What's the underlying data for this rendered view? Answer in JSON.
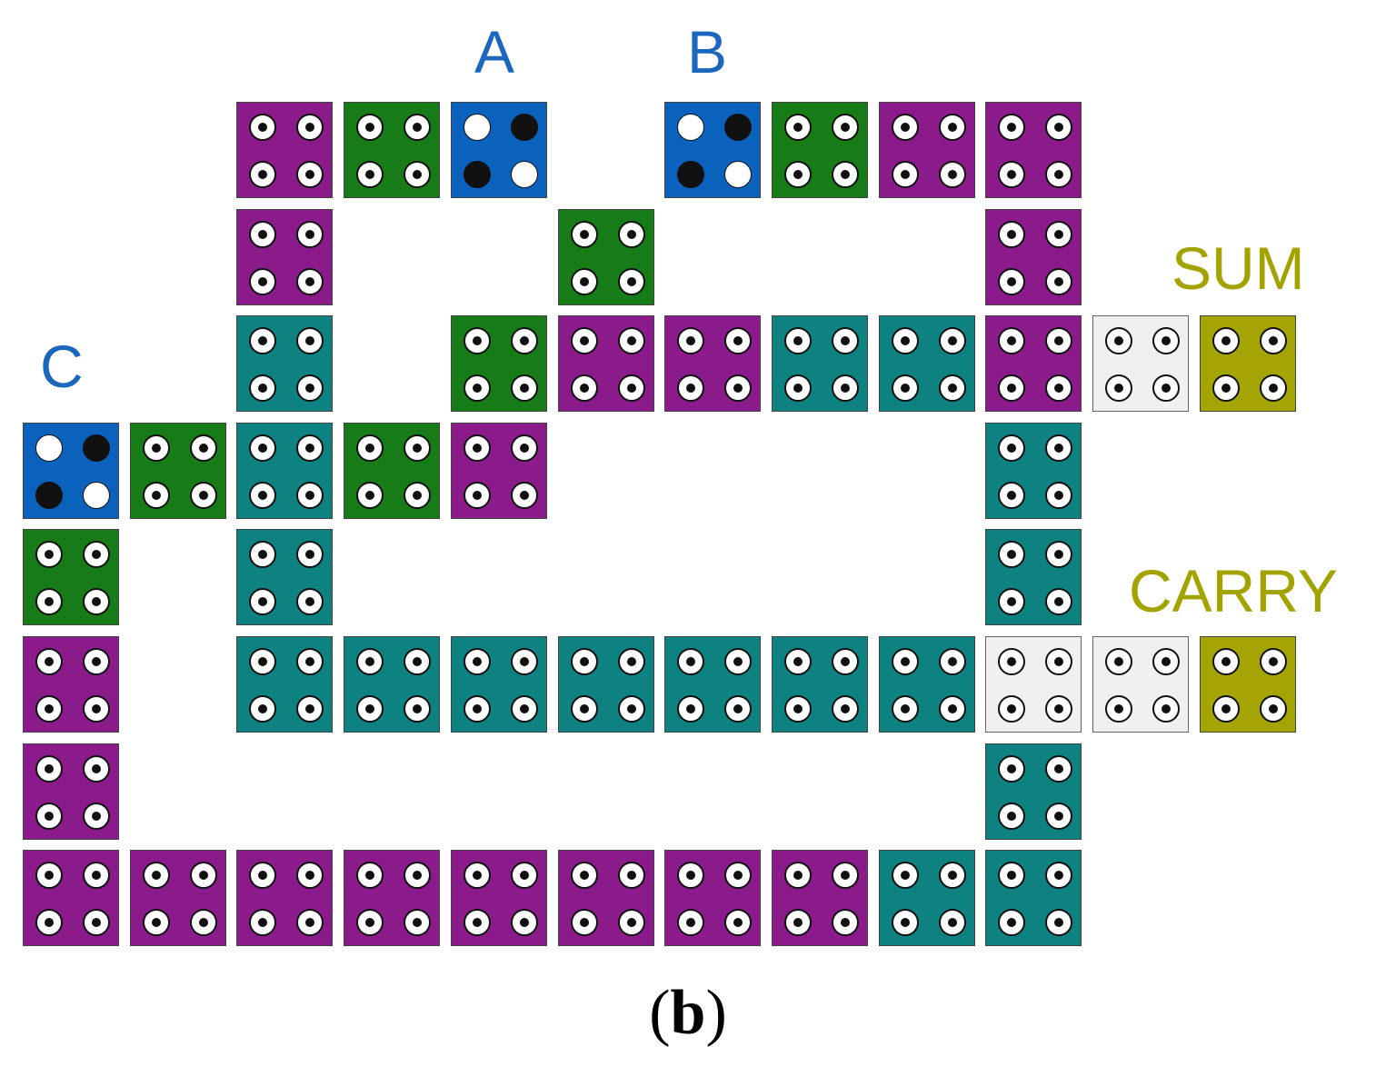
{
  "colors": {
    "magenta": "#8b1a8b",
    "green": "#177b17",
    "blue": "#0a62bd",
    "teal": "#0e8181",
    "white": "#f0f0f0",
    "olive": "#a4a404",
    "input_label": "#1a67bd",
    "output_label": "#a3a300"
  },
  "labels": {
    "a": "A",
    "b": "B",
    "c": "C",
    "sum": "SUM",
    "carry": "CARRY"
  },
  "caption": {
    "open": "(",
    "letter": "b",
    "close": ")"
  },
  "grid": {
    "rows": [
      {
        "row": 0,
        "cells": [
          [
            "magenta",
            2
          ],
          [
            "green",
            3
          ],
          [
            "blue",
            4
          ],
          [
            "blue",
            6
          ],
          [
            "green",
            7
          ],
          [
            "magenta",
            8
          ],
          [
            "magenta",
            9
          ]
        ]
      },
      {
        "row": 1,
        "cells": [
          [
            "magenta",
            2
          ],
          [
            "green",
            5
          ],
          [
            "magenta",
            9
          ]
        ]
      },
      {
        "row": 2,
        "cells": [
          [
            "teal",
            2
          ],
          [
            "green",
            4
          ],
          [
            "magenta",
            5
          ],
          [
            "magenta",
            6
          ],
          [
            "teal",
            7
          ],
          [
            "teal",
            8
          ],
          [
            "magenta",
            9
          ],
          [
            "white",
            10
          ],
          [
            "olive",
            11
          ]
        ]
      },
      {
        "row": 3,
        "cells": [
          [
            "blue",
            0
          ],
          [
            "green",
            1
          ],
          [
            "teal",
            2
          ],
          [
            "green",
            3
          ],
          [
            "magenta",
            4
          ],
          [
            "teal",
            9
          ]
        ]
      },
      {
        "row": 4,
        "cells": [
          [
            "green",
            0
          ],
          [
            "teal",
            2
          ],
          [
            "teal",
            9
          ]
        ]
      },
      {
        "row": 5,
        "cells": [
          [
            "magenta",
            0
          ],
          [
            "teal",
            2
          ],
          [
            "teal",
            3
          ],
          [
            "teal",
            4
          ],
          [
            "teal",
            5
          ],
          [
            "teal",
            6
          ],
          [
            "teal",
            7
          ],
          [
            "teal",
            8
          ],
          [
            "white",
            9
          ],
          [
            "white",
            10
          ],
          [
            "olive",
            11
          ]
        ]
      },
      {
        "row": 6,
        "cells": [
          [
            "magenta",
            0
          ],
          [
            "teal",
            9
          ]
        ]
      },
      {
        "row": 7,
        "cells": [
          [
            "magenta",
            0
          ],
          [
            "magenta",
            1
          ],
          [
            "magenta",
            2
          ],
          [
            "magenta",
            3
          ],
          [
            "magenta",
            4
          ],
          [
            "magenta",
            5
          ],
          [
            "magenta",
            6
          ],
          [
            "magenta",
            7
          ],
          [
            "teal",
            8
          ],
          [
            "teal",
            9
          ]
        ]
      }
    ]
  }
}
